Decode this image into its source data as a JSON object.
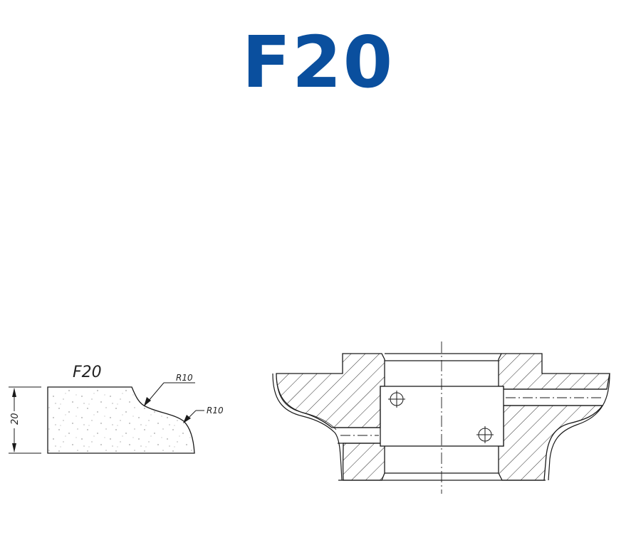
{
  "header": {
    "title": "F20",
    "title_color": "#0a4f9e"
  },
  "profile_view": {
    "label": "F20",
    "height_dimension": "20",
    "radius_upper": "R10",
    "radius_lower": "R10"
  },
  "section_view": {
    "description": "Cross-section of profile grinding wheel with hatched body, central bore and coolant channels"
  },
  "colors": {
    "line": "#1a1a1a",
    "hatch": "#2a2a2a"
  }
}
